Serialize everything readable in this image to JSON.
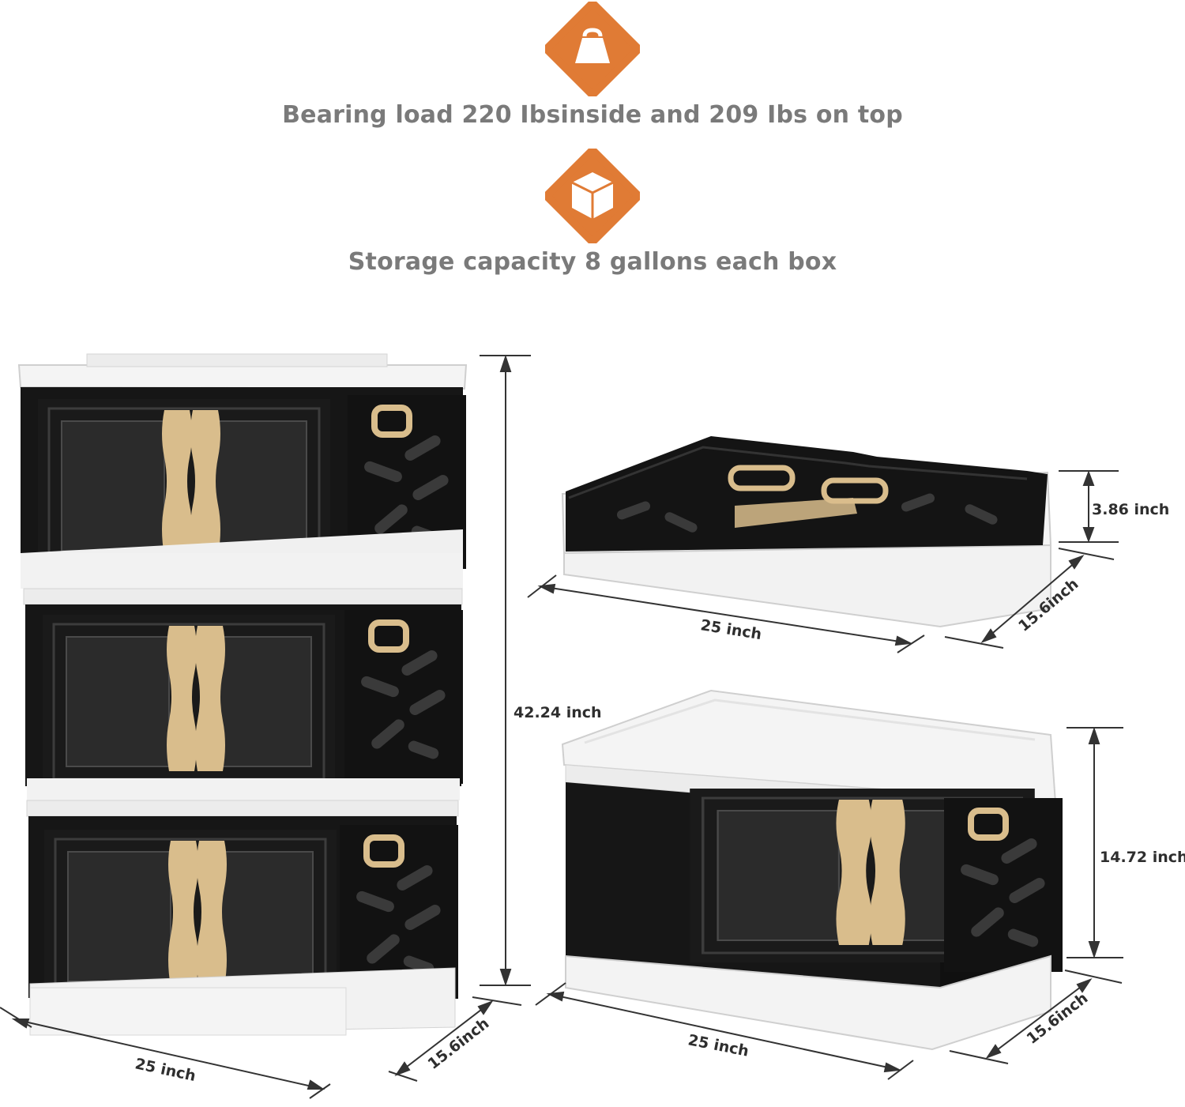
{
  "colors": {
    "accent": "#e07b35",
    "box_body": "#141414",
    "box_frame": "#f2f2f2",
    "handle": "#d9bd8c",
    "text_gray": "#7a7a7a",
    "dimension_line": "#333333"
  },
  "features": [
    {
      "icon": "weight-icon",
      "text": "Bearing load 220 Ibsinside and 209 Ibs on top"
    },
    {
      "icon": "box-cube-icon",
      "text": "Storage capacity 8 gallons each box"
    }
  ],
  "dimensions": {
    "stack_height": "42.24 inch",
    "stack_width": "25 inch",
    "stack_depth": "15.6inch",
    "folded_height": "3.86 inch",
    "folded_width": "25 inch",
    "folded_depth": "15.6inch",
    "single_height": "14.72 inch",
    "single_width": "25 inch",
    "single_depth": "15.6inch"
  }
}
